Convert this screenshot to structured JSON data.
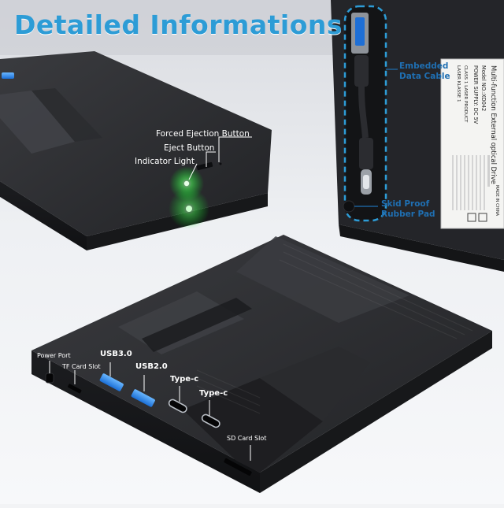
{
  "title": "Detailed Informations",
  "colors": {
    "accent": "#2d9cd6",
    "label_blue": "#1f6fb2",
    "device": "#2a2b2e",
    "led": "#3dff4a"
  },
  "callouts_top_device": {
    "forced_ejection": "Forced Ejection Button",
    "eject": "Eject Button",
    "indicator": "Indicator Light"
  },
  "callouts_back": {
    "embedded_cable_line1": "Embedded",
    "embedded_cable_line2": "Data Cable",
    "skid_line1": "Skid Proof",
    "skid_line2": "Rubber Pad"
  },
  "callouts_ports": {
    "power_port": "Power Port",
    "tf_card": "TF Card Slot",
    "usb3": "USB3.0",
    "usb2": "USB2.0",
    "typec1": "Type-c",
    "typec2": "Type-c",
    "sd_card": "SD Card Slot"
  },
  "sticker": {
    "line1": "Multi-function External optical Drive",
    "line2": "Model NO.:XD042",
    "line3": "POWER SUPPLY: DC 5V",
    "line4": "CLASS 1 LASER PRODUCT",
    "line5": "LASER KLASSE 1",
    "made_in": "MADE IN CHINA"
  }
}
